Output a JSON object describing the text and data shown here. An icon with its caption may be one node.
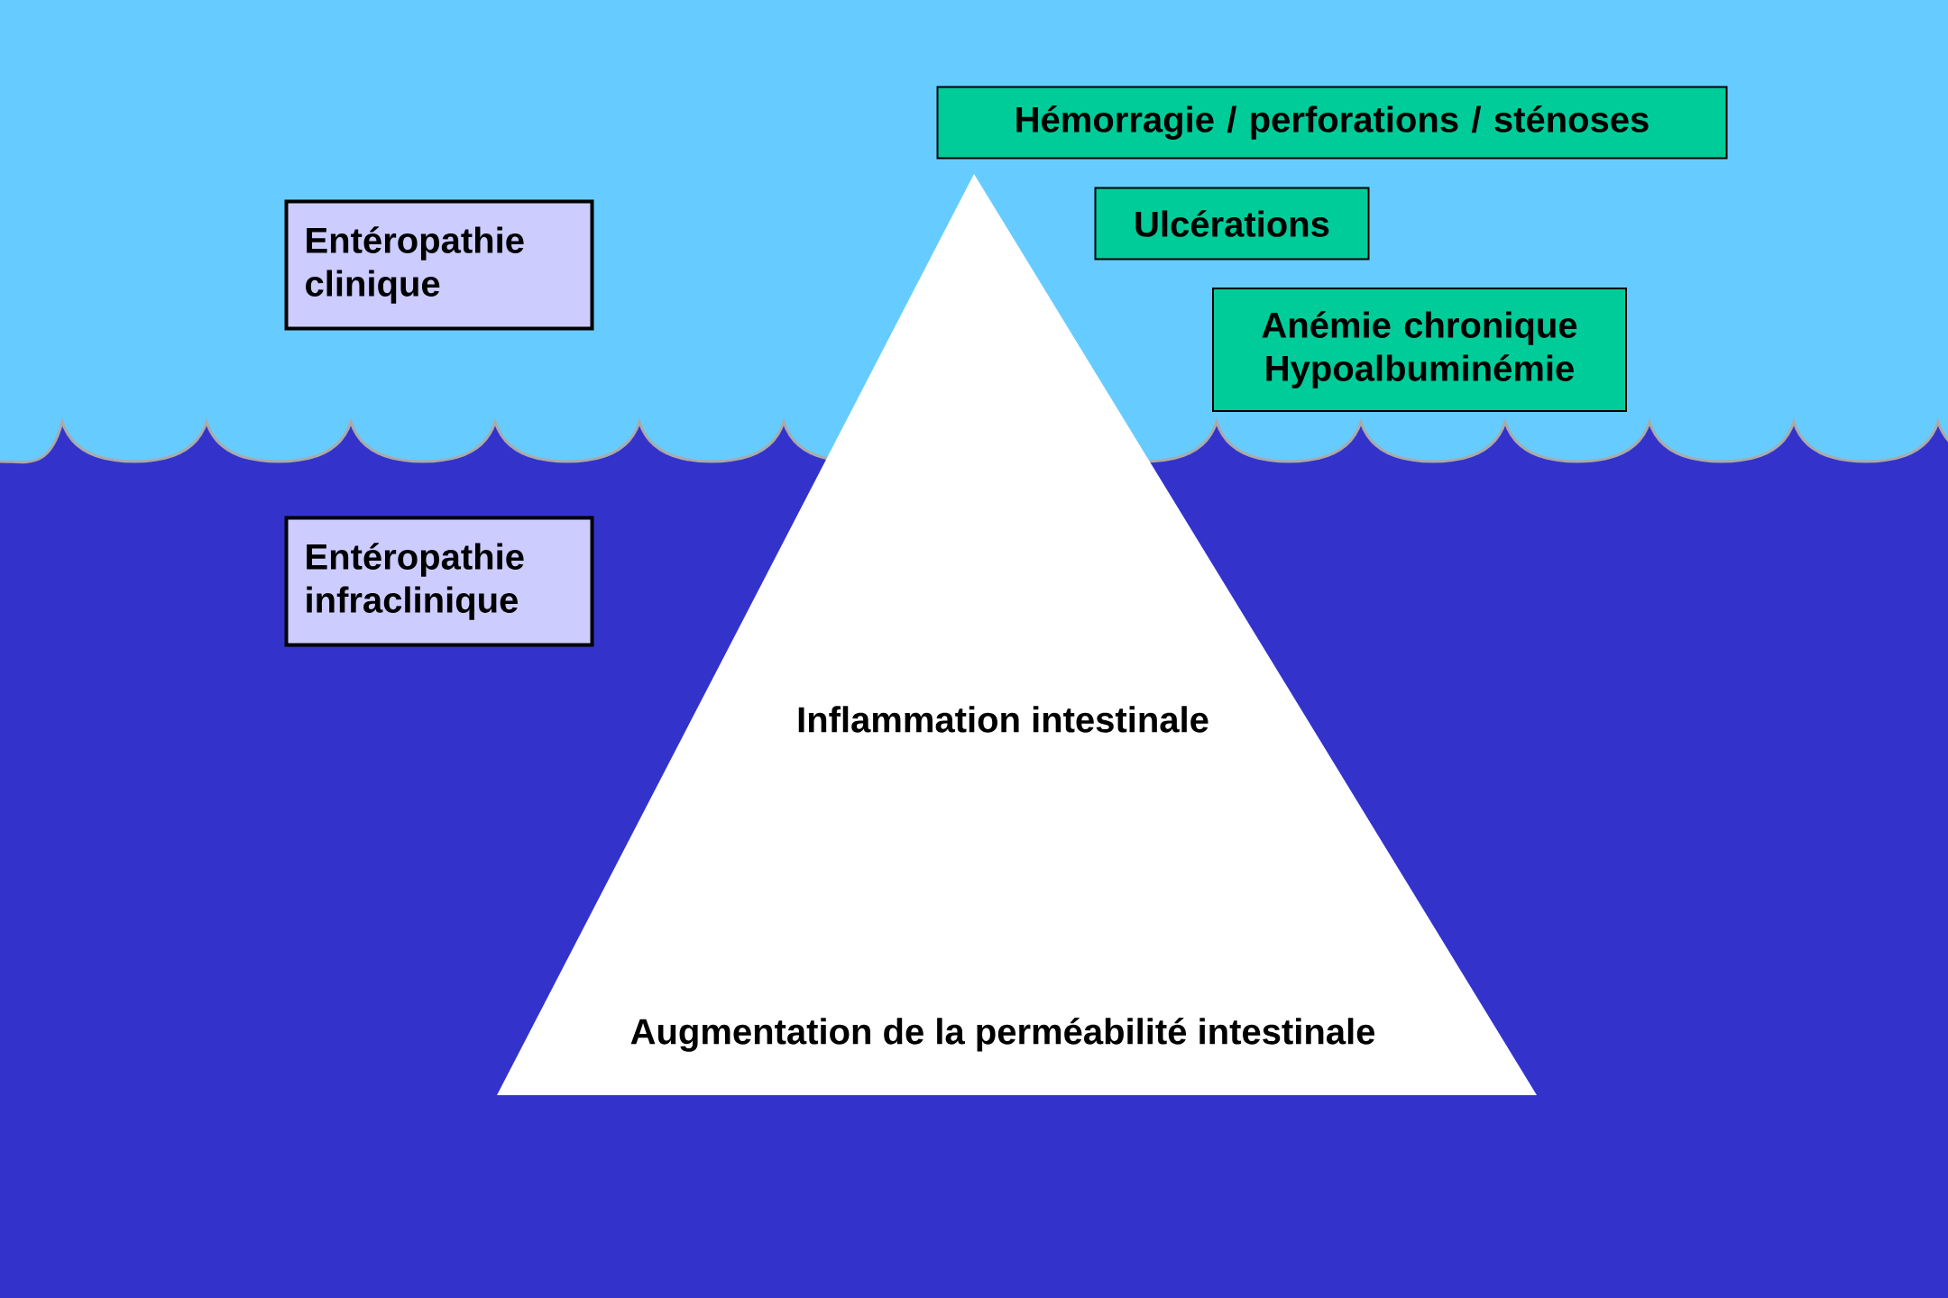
{
  "diagram": {
    "nodes": [
      {
        "text": [
          "Inflammation intestinale",
          "Augmentation de la perméabilité intestinale"
        ]
      },
      {
        "text": [
          "Hémorragie / perforations / sténoses"
        ]
      },
      {
        "text": [
          "Ulcérations"
        ]
      },
      {
        "text": [
          "Anémie chronique",
          "Hypoalbuminémie"
        ]
      },
      {
        "text": [
          "Entéropathie clinique"
        ]
      },
      {
        "text": [
          "Entéropathie infraclinique"
        ]
      }
    ]
  }
}
